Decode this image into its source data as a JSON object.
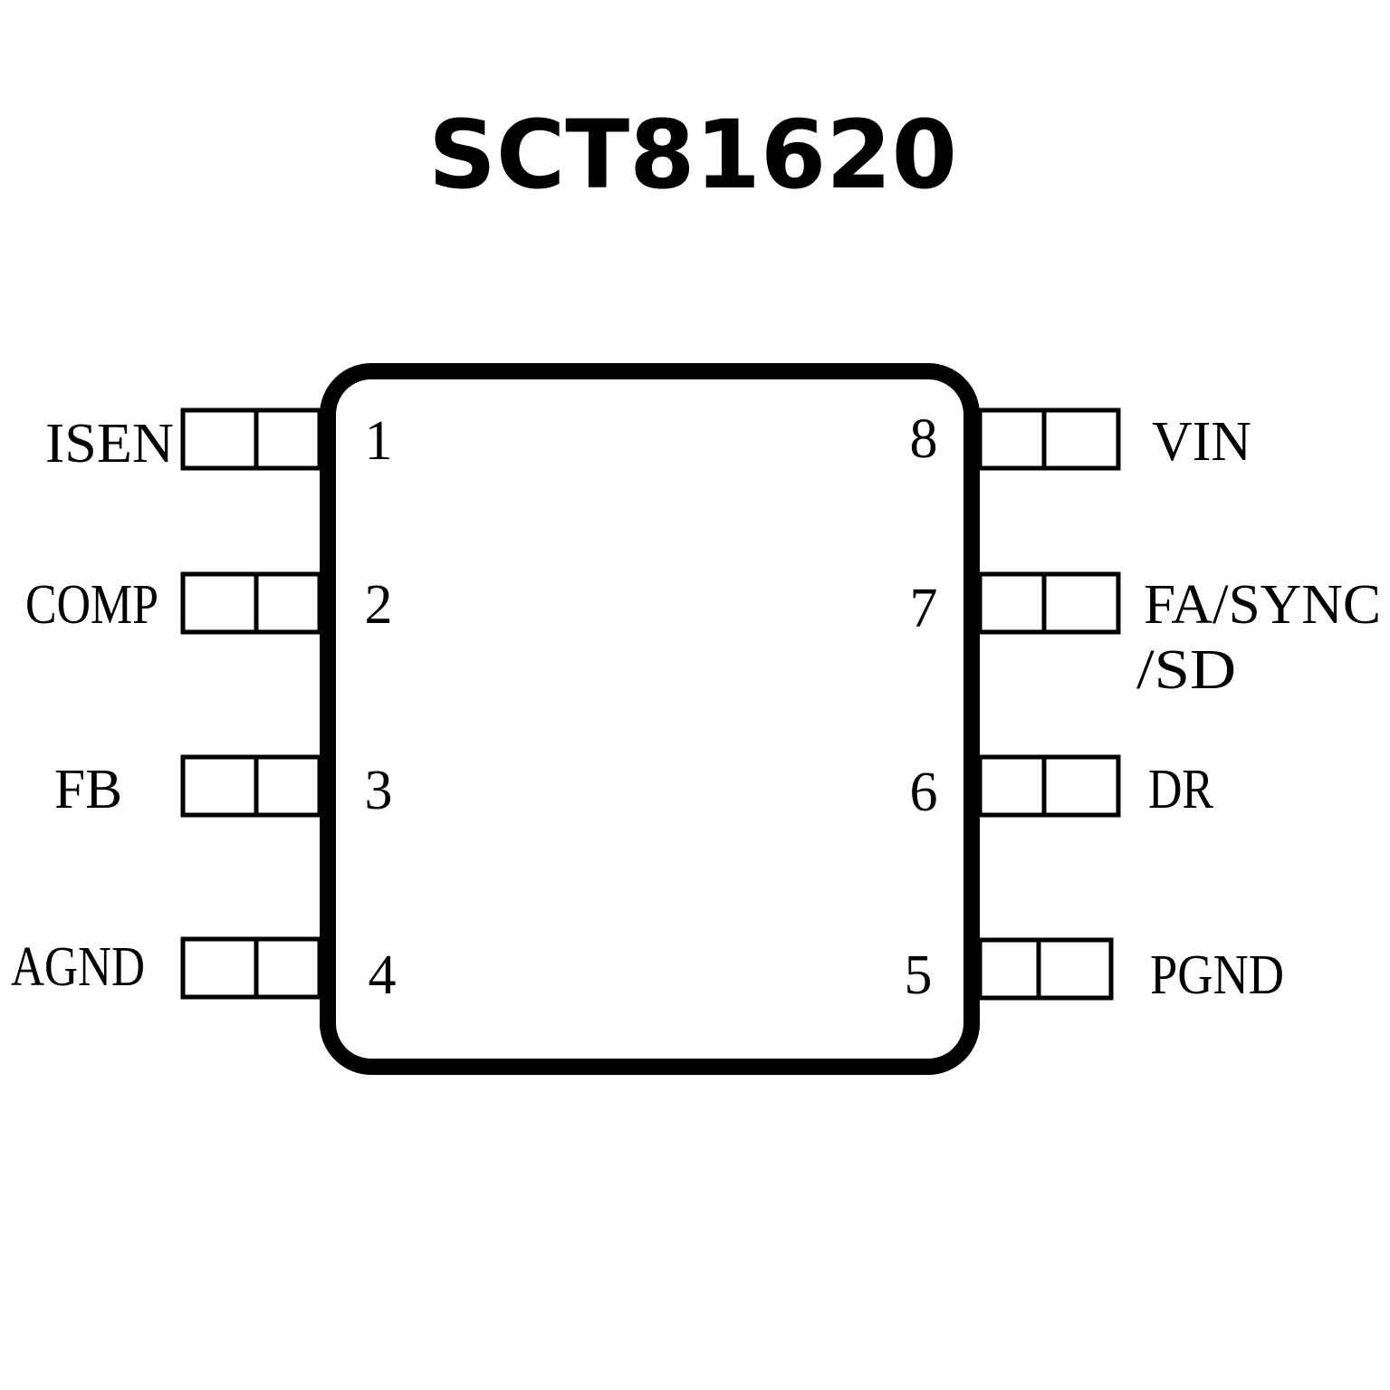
{
  "title": "SCT81620",
  "pins": {
    "p1": {
      "number": "1",
      "name": "ISEN"
    },
    "p2": {
      "number": "2",
      "name": "COMP"
    },
    "p3": {
      "number": "3",
      "name": "FB"
    },
    "p4": {
      "number": "4",
      "name": "AGND"
    },
    "p5": {
      "number": "5",
      "name": "PGND"
    },
    "p6": {
      "number": "6",
      "name": "DR"
    },
    "p7": {
      "number": "7",
      "name": "FA/SYNC",
      "name_line2": "/SD"
    },
    "p8": {
      "number": "8",
      "name": "VIN"
    }
  }
}
